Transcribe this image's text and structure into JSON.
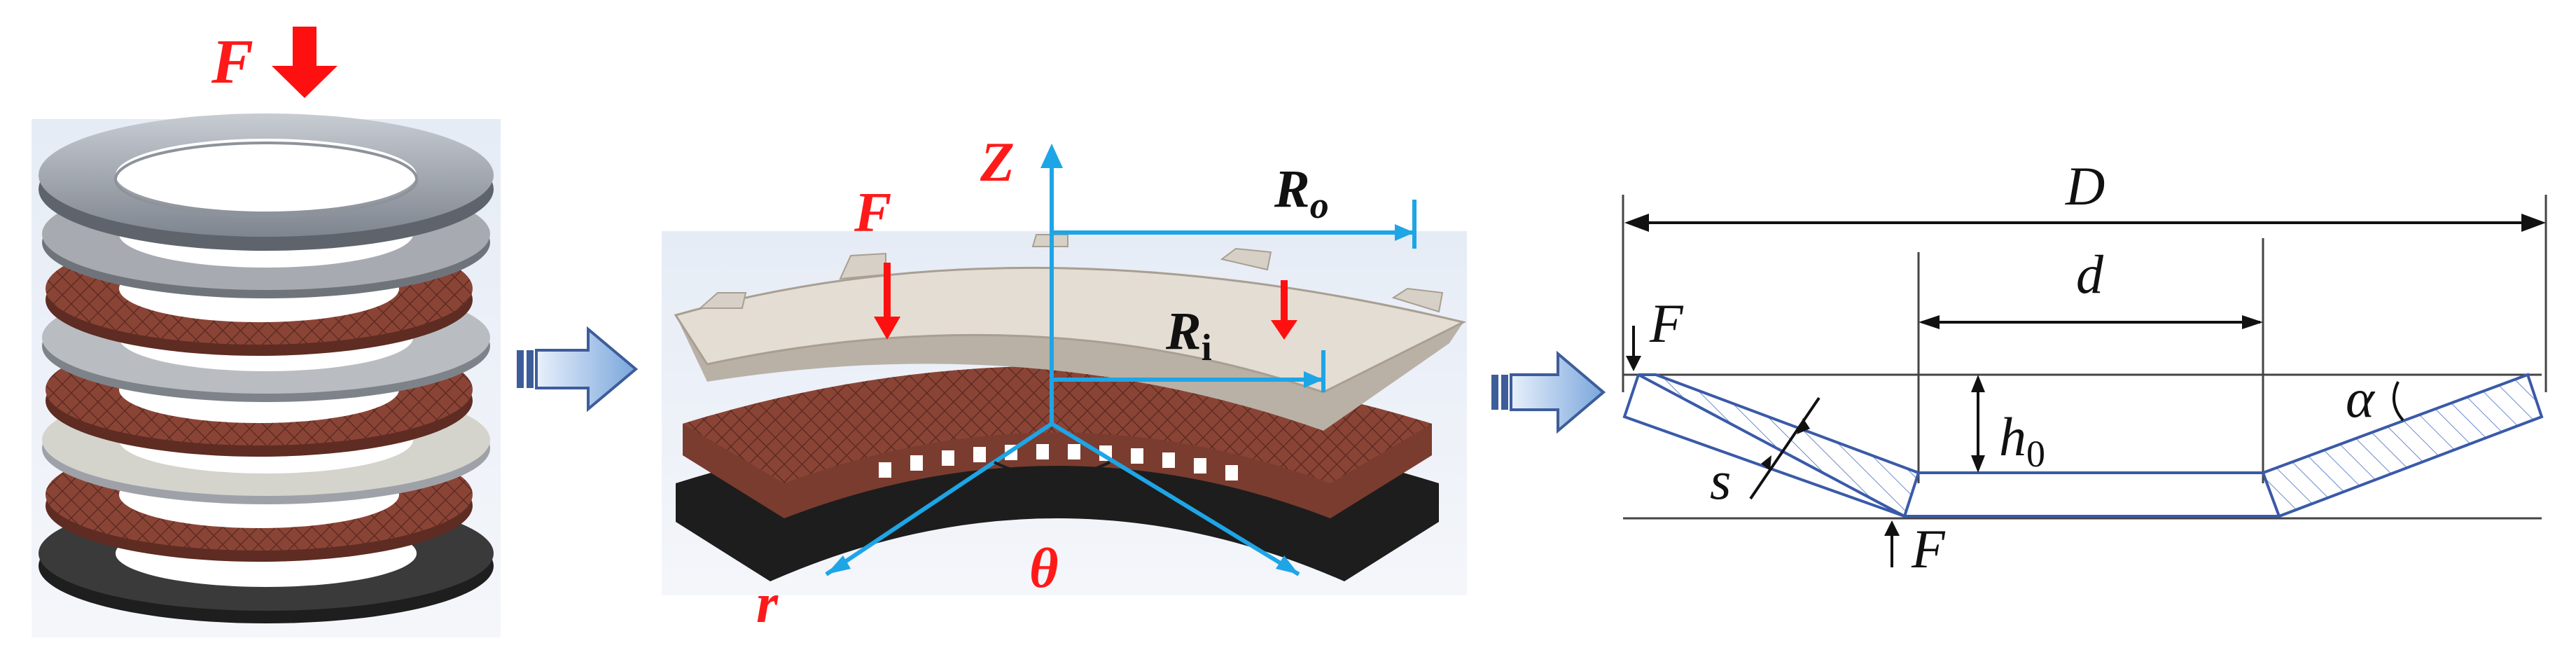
{
  "panel1": {
    "force_label": "F",
    "colors": {
      "steel": "#a9afb8",
      "friction": "#8a4436",
      "dark": "#2a2a2a",
      "arrow": "#ff1010"
    }
  },
  "arrow_connector": {
    "color": "#8fb3e0",
    "icon": "right-arrow-icon"
  },
  "panel2": {
    "axis_z": "Z",
    "axis_r": "r",
    "angle": "θ",
    "force_label": "F",
    "outer_radius": {
      "main": "R",
      "sub": "o"
    },
    "inner_radius": {
      "main": "R",
      "sub": "i"
    },
    "colors": {
      "axis": "#1ea5e6",
      "label_red": "#ff1a1a",
      "plate": "#ddd6cc",
      "friction": "#8d4a3a"
    }
  },
  "panel3": {
    "outer_diameter": "D",
    "inner_diameter": "d",
    "height": {
      "main": "h",
      "sub": "0"
    },
    "thickness": "s",
    "angle": "α",
    "force_top": "F",
    "force_bottom": "F",
    "colors": {
      "outline": "#3a5aa8",
      "hatch": "#6a8acd"
    }
  }
}
